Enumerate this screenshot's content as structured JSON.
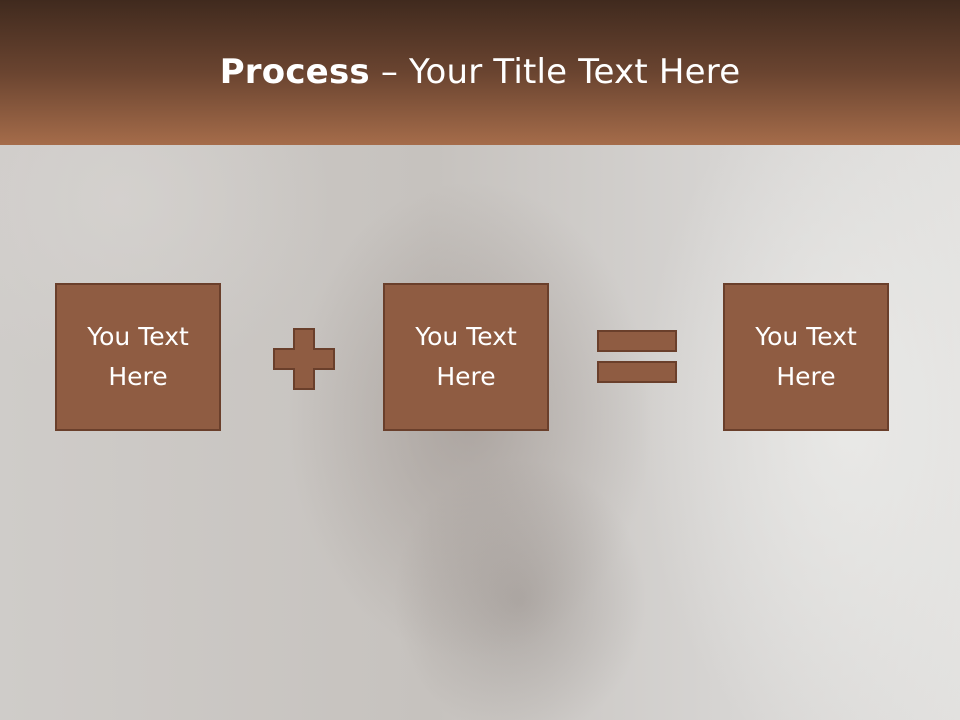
{
  "slide": {
    "title_bold": "Process",
    "title_rest": " – Your Title Text Here",
    "boxes": [
      {
        "text": "You Text Here"
      },
      {
        "text": "You Text Here"
      },
      {
        "text": "You Text Here"
      }
    ],
    "operators": [
      "plus-icon",
      "equals-icon"
    ],
    "colors": {
      "header_top": "#402a1e",
      "header_bottom": "#a56c4a",
      "box_fill": "#8f5c42",
      "box_border": "#6a3f2b"
    }
  }
}
